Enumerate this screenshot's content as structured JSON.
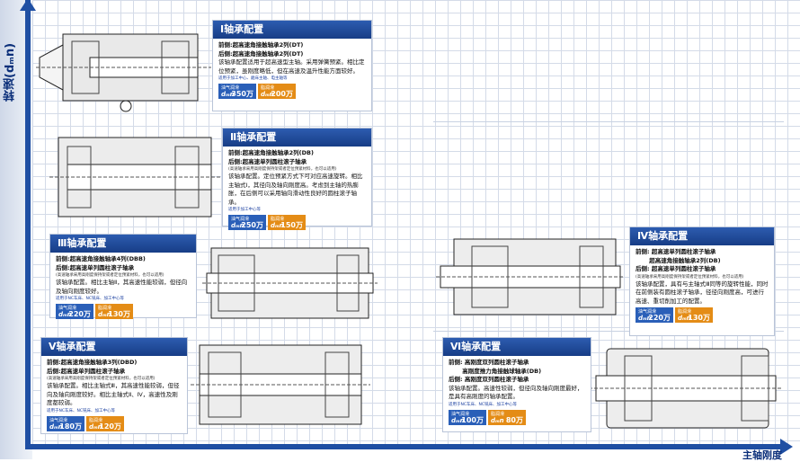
{
  "axes": {
    "y_label": "转速(dₘn)",
    "x_label": "主轴刚度"
  },
  "panels": [
    {
      "title": "Ⅰ轴承配置",
      "lines": [
        "前侧:超高速角接触轴承2列(DT)",
        "后侧:超高速角接触轴承2列(DT)"
      ],
      "desc": "该轴承配置适用于超高速型主轴。采用弹簧预紧。相比定位预紧，虽刚度略低，但在高速及温升性能方面较好。",
      "note": "",
      "app": "适用于加工中心、磨床主轴、电主轴等",
      "badges": [
        {
          "label": "油气润滑",
          "value": "350万"
        },
        {
          "label": "脂润滑",
          "value": "200万"
        }
      ]
    },
    {
      "title": "Ⅱ轴承配置",
      "lines": [
        "前侧:超高速角接触轴承2列(DB)",
        "后侧:超高速单列圆柱滚子轴承"
      ],
      "note": "(高速轴承采用高刚度保持架或者定位预紧材料，也可以适用)",
      "desc": "该轴承配置。定位预紧方式下可对应高速旋转。相比主轴式Ⅰ，其径向及轴向刚度高。考虑到主轴的热膨胀，在后侧可以采用轴向滑动性良好的圆柱滚子轴承。",
      "app": "适用于加工中心等",
      "badges": [
        {
          "label": "油气润滑",
          "value": "250万"
        },
        {
          "label": "脂润滑",
          "value": "150万"
        }
      ]
    },
    {
      "title": "Ⅲ轴承配置",
      "lines": [
        "前侧:超高速角接触轴承4列(DBB)",
        "后侧:超高速单列圆柱滚子轴承"
      ],
      "note": "(高速轴承采用高刚度保持架或者定位预紧材料，也可以适用)",
      "desc": "该轴承配置。相比主轴Ⅱ，其高速性能较弱，但径向及轴向刚度较好。",
      "app": "适用于NC车床、NC铣床、加工中心等",
      "badges": [
        {
          "label": "油气润滑",
          "value": "220万"
        },
        {
          "label": "脂润滑",
          "value": "130万"
        }
      ]
    },
    {
      "title": "Ⅳ轴承配置",
      "lines": [
        "前侧: 超高速单列圆柱滚子轴承",
        "　　  超高速角接触轴承2列(DB)",
        "后侧: 超高速单列圆柱滚子轴承"
      ],
      "note": "(高速轴承采用高刚度保持架或者定位预紧材料，也可以适用)",
      "desc": "该轴承配置，具有与主轴式Ⅲ同等的旋转性能，同时在前侧装有圆柱滚子轴承，径径向刚度高，可进行高速、重切削加工的配置。",
      "app": "",
      "badges": [
        {
          "label": "油气润滑",
          "value": "220万"
        },
        {
          "label": "脂润滑",
          "value": "130万"
        }
      ]
    },
    {
      "title": "Ⅴ轴承配置",
      "lines": [
        "前侧:超高速角接触轴承3列(DBD)",
        "后侧:超高速单列圆柱滚子轴承"
      ],
      "note": "(高速轴承采用高刚度保持架或者定位预紧材料，也可以适用)",
      "desc": "该轴承配置。相比主轴式Ⅲ，其高速性能较弱，但径向及轴向刚度较好。相比主轴式Ⅱ、Ⅳ，高速性及刚度都较弱。",
      "app": "适用于NC车床、NC铣床、加工中心等",
      "badges": [
        {
          "label": "油气润滑",
          "value": "180万"
        },
        {
          "label": "脂润滑",
          "value": "120万"
        }
      ]
    },
    {
      "title": "Ⅵ轴承配置",
      "lines": [
        "前侧: 高刚度双列圆柱滚子轴承",
        "　　  高刚度推力角接触球轴承(DB)",
        "后侧: 高刚度双列圆柱滚子轴承"
      ],
      "note": "",
      "desc": "该轴承配置。高速性较弱，但径向及轴向刚度最好，是具有高刚度的轴承配置。",
      "app": "适用于NC车床、NC铣床、加工中心等",
      "badges": [
        {
          "label": "油气润滑",
          "value": "100万"
        },
        {
          "label": "脂润滑",
          "value": "80万"
        }
      ]
    }
  ],
  "badge_prefix": "dₘn",
  "colors": {
    "header": "#1f4a9c",
    "oil_air": "#2a5fb8",
    "grease": "#e48c16",
    "axis": "#1f4fa3"
  }
}
